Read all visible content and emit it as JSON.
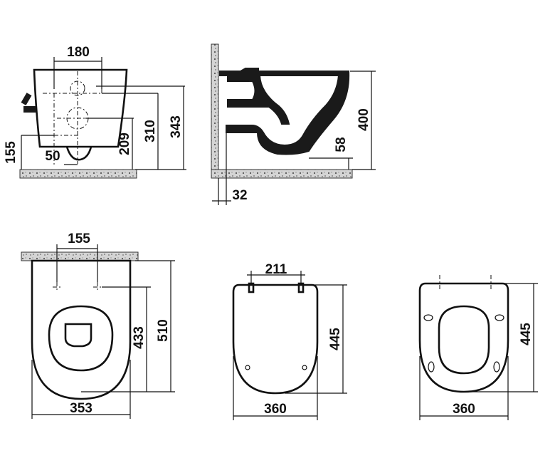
{
  "dimensions": {
    "front_wall": {
      "width": "180",
      "height_1": "343",
      "height_2": "310",
      "height_3": "209",
      "floor": "155",
      "offset": "50"
    },
    "side_view": {
      "height": "400",
      "bottom": "58",
      "wall": "32"
    },
    "top_view": {
      "holes": "155",
      "length_total": "510",
      "length_bowl": "433",
      "width": "353"
    },
    "seat_cover": {
      "hinges": "211",
      "length": "445",
      "width": "360"
    },
    "seat_ring": {
      "length": "445",
      "width": "360"
    }
  },
  "colors": {
    "line": "#111111",
    "fill": "#1a1a1a",
    "floor": "#b8b8b8"
  }
}
